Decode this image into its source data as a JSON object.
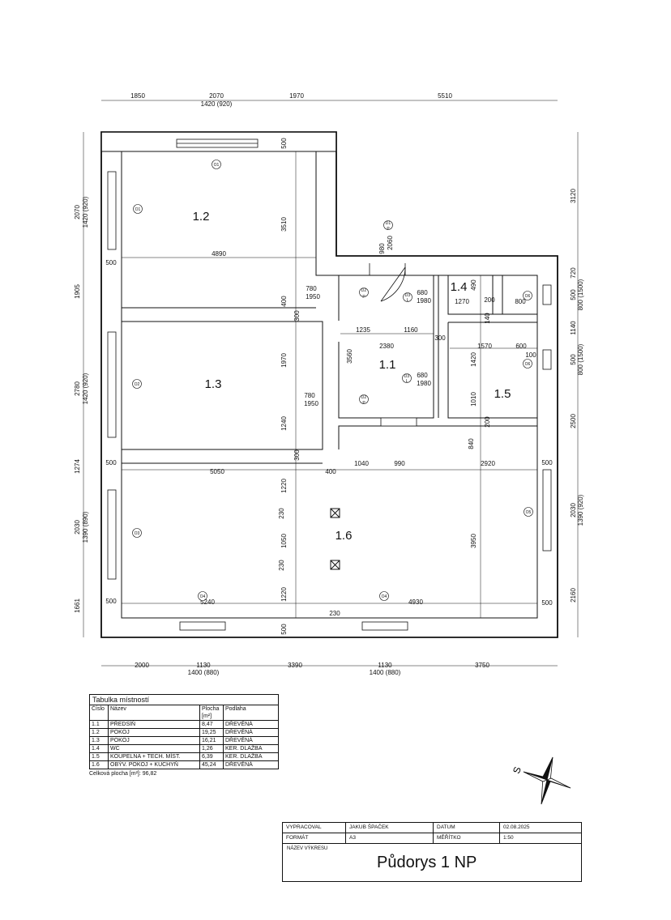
{
  "drawing": {
    "dims_top": [
      "1850",
      "2070",
      "1420 (920)",
      "1970",
      "5510"
    ],
    "dims_bottom": [
      "2000",
      "1130",
      "1400 (880)",
      "3390",
      "1130",
      "1400 (880)",
      "3750"
    ],
    "dims_left": [
      "2070",
      "1420 (920)",
      "500",
      "1905",
      "2780",
      "1420 (920)",
      "1274",
      "500",
      "2030",
      "1390 (890)",
      "1661",
      "500"
    ],
    "dims_right": [
      "3120",
      "720",
      "500",
      "800 (1500)",
      "1140",
      "500",
      "800 (1500)",
      "2500",
      "500",
      "2030",
      "1390 (920)",
      "2160",
      "500"
    ],
    "dims_inner": [
      "500",
      "3510",
      "4890",
      "980",
      "2060",
      "780",
      "1950",
      "400",
      "300",
      "1235",
      "1160",
      "2380",
      "680",
      "1980",
      "490",
      "1270",
      "200",
      "800",
      "140",
      "1570",
      "600",
      "100",
      "300",
      "3560",
      "1420",
      "1970",
      "680",
      "1980",
      "1010",
      "780",
      "1950",
      "1240",
      "200",
      "840",
      "300",
      "5050",
      "400",
      "1040",
      "990",
      "2920",
      "1220",
      "230",
      "1050",
      "230",
      "3950",
      "1220",
      "5240",
      "230",
      "4930",
      "500"
    ],
    "rooms": [
      "1.1",
      "1.2",
      "1.3",
      "1.4",
      "1.5",
      "1.6"
    ],
    "window_tags": [
      "O1",
      "O1",
      "O2",
      "O3",
      "O4",
      "O4",
      "O5",
      "O6",
      "O6"
    ],
    "door_tags": [
      "D1",
      "P",
      "D2",
      "P",
      "D3",
      "L",
      "D3",
      "L",
      "D2",
      "P"
    ]
  },
  "legend": {
    "title": "Tabulka místností",
    "headers": [
      "Číslo",
      "Název",
      "Plocha [m²]",
      "Podlaha"
    ],
    "rows": [
      [
        "1.1",
        "PŘEDSÍŇ",
        "8,47",
        "DŘEVĚNÁ"
      ],
      [
        "1.2",
        "POKOJ",
        "19,25",
        "DŘEVĚNÁ"
      ],
      [
        "1.3",
        "POKOJ",
        "16,21",
        "DŘEVĚNÁ"
      ],
      [
        "1.4",
        "WC",
        "1,26",
        "KER. DLAŽBA"
      ],
      [
        "1.5",
        "KOUPELNA + TECH. MÍST.",
        "6,39",
        "KER. DLAŽBA"
      ],
      [
        "1.6",
        "OBÝV. POKOJ + KUCHYŇ",
        "45,24",
        "DŘEVĚNÁ"
      ]
    ],
    "total": "Celková plocha [m²]: 96,82"
  },
  "north": {
    "label": "S"
  },
  "titleblock": {
    "vypracoval_label": "VYPRACOVAL",
    "vypracoval": "JAKUB ŠPAČEK",
    "datum_label": "DATUM",
    "datum": "02.08.2025",
    "format_label": "FORMÁT",
    "format": "A3",
    "meritko_label": "MĚŘÍTKO",
    "meritko": "1:50",
    "nazev_label": "NÁZEV VÝKRESU",
    "nazev": "Půdorys 1 NP"
  }
}
